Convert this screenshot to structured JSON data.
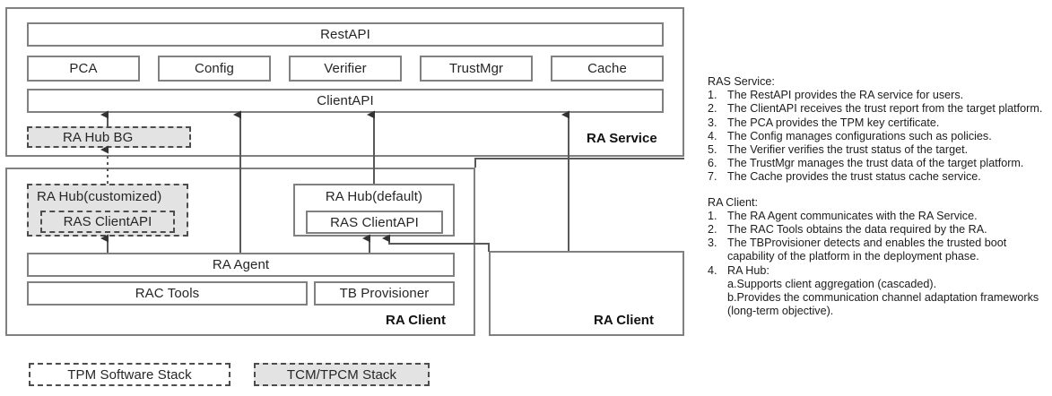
{
  "diagram": {
    "service": {
      "container_label": "RA Service",
      "rest_api": "RestAPI",
      "modules": [
        "PCA",
        "Config",
        "Verifier",
        "TrustMgr",
        "Cache"
      ],
      "client_api": "ClientAPI",
      "hub_bg": "RA Hub BG"
    },
    "client_primary": {
      "container_label": "RA Client",
      "hub_customized": "RA Hub(customized)",
      "hub_customized_inner": "RAS ClientAPI",
      "hub_default": "RA Hub(default)",
      "hub_default_inner": "RAS ClientAPI",
      "agent": "RA Agent",
      "rac_tools": "RAC Tools",
      "tb_provisioner": "TB Provisioner"
    },
    "client_secondary": {
      "container_label": "RA Client"
    },
    "legend": [
      {
        "label": "TPM Software Stack",
        "style": "dashed-clear"
      },
      {
        "label": "TCM/TPCM Stack",
        "style": "dashed-gray"
      }
    ]
  },
  "notes": {
    "service": {
      "heading": "RAS Service:",
      "items": [
        {
          "num": "1.",
          "text": "The RestAPI provides the RA service for users."
        },
        {
          "num": "2.",
          "text": "The ClientAPI receives the trust report from the target platform."
        },
        {
          "num": "3.",
          "text": "The PCA provides the TPM key certificate."
        },
        {
          "num": "4.",
          "text": "The Config manages configurations such as policies."
        },
        {
          "num": "5.",
          "text": "The Verifier verifies the trust status of the target."
        },
        {
          "num": "6.",
          "text": "The TrustMgr manages the trust data of the target platform."
        },
        {
          "num": "7.",
          "text": "The Cache provides the trust status cache service."
        }
      ]
    },
    "client": {
      "heading": "RA Client:",
      "items": [
        {
          "num": "1.",
          "text": "The RA Agent communicates with the RA Service."
        },
        {
          "num": "2.",
          "text": "The RAC Tools obtains the data required by the RA."
        },
        {
          "num": "3.",
          "text": "The TBProvisioner detects and enables the trusted boot capability of the platform in the deployment phase."
        },
        {
          "num": "4.",
          "text": "RA Hub:"
        }
      ],
      "sub_items": [
        "a.Supports client aggregation (cascaded).",
        "b.Provides the communication channel adaptation frameworks (long-term objective)."
      ]
    }
  },
  "colors": {
    "box_border": "#808080",
    "dashed_border": "#4d4d4d",
    "gray_fill": "#e3e3e3",
    "text": "#262626",
    "wire": "#595959"
  }
}
